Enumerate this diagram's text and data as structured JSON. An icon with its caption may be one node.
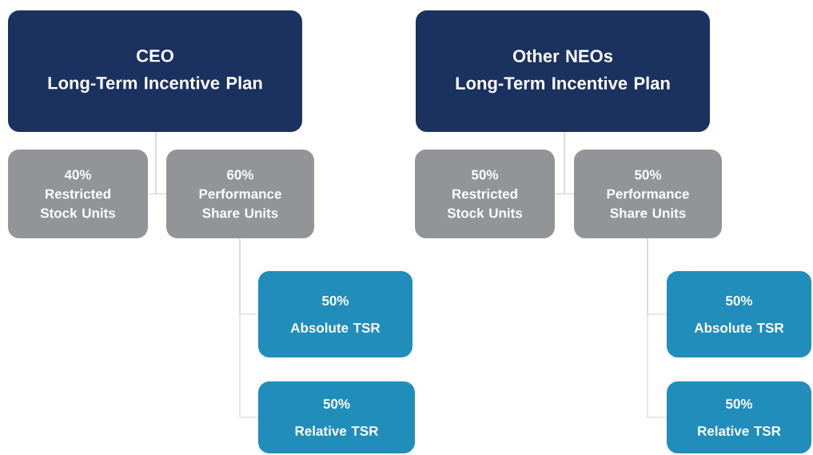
{
  "diagram": {
    "nodes": [
      {
        "text": [
          "CEO",
          "Long-Term Incentive Plan"
        ]
      },
      {
        "text": [
          "40%",
          "Restricted Stock Units"
        ]
      },
      {
        "text": [
          "60%",
          "Performance Share Units"
        ]
      },
      {
        "text": [
          "50%",
          "Absolute TSR"
        ]
      },
      {
        "text": [
          "50%",
          "Relative TSR"
        ]
      },
      {
        "text": [
          "Other NEOs",
          "Long-Term Incentive Plan"
        ]
      },
      {
        "text": [
          "50%",
          "Restricted Stock Units"
        ]
      },
      {
        "text": [
          "50%",
          "Performance Share Units"
        ]
      },
      {
        "text": [
          "50%",
          "Absolute TSR"
        ]
      },
      {
        "text": [
          "50%",
          "Relative TSR"
        ]
      }
    ],
    "edges": [
      {
        "from": 0,
        "to": 1,
        "arrow": "none"
      },
      {
        "from": 0,
        "to": 2,
        "arrow": "none"
      },
      {
        "from": 2,
        "to": 3,
        "arrow": "none"
      },
      {
        "from": 2,
        "to": 4,
        "arrow": "none"
      },
      {
        "from": 5,
        "to": 6,
        "arrow": "none"
      },
      {
        "from": 5,
        "to": 7,
        "arrow": "none"
      },
      {
        "from": 7,
        "to": 8,
        "arrow": "none"
      },
      {
        "from": 7,
        "to": 9,
        "arrow": "none"
      }
    ]
  }
}
